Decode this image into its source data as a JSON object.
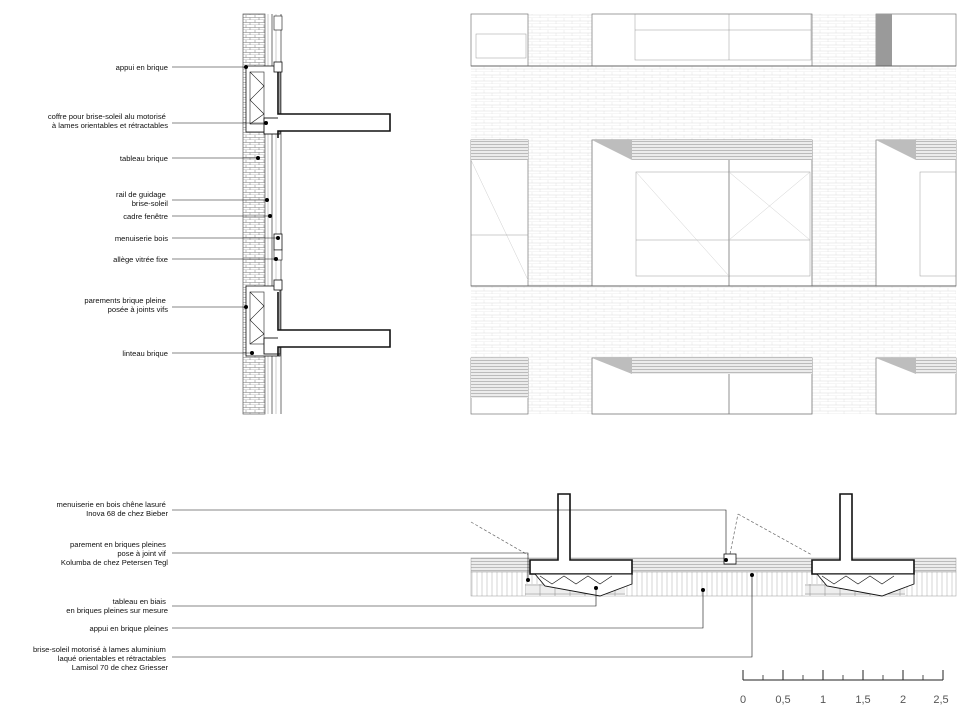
{
  "section_labels": [
    [
      "appui en brique"
    ],
    [
      "coffre pour brise-soleil alu motorisé",
      "à lames orientables et rétractables"
    ],
    [
      "tableau brique"
    ],
    [
      "rail de guidage",
      "brise-soleil"
    ],
    [
      "cadre fenêtre"
    ],
    [
      "menuiserie bois"
    ],
    [
      "allège vitrée fixe"
    ],
    [
      "parements brique pleine",
      "posée à joints vifs"
    ],
    [
      "linteau brique"
    ]
  ],
  "plan_labels": [
    [
      "menuiserie en bois chêne lasuré",
      "Inova 68 de chez Bieber"
    ],
    [
      "parement en briques pleines",
      "pose à joint vif",
      "Kolumba de chez Petersen Tegl"
    ],
    [
      "tableau en biais",
      "en briques pleines sur mesure"
    ],
    [
      "appui en brique pleines"
    ],
    [
      "brise-soleil motorisé à lames aluminium",
      "laqué orientables et rétractables",
      "Lamisol 70 de chez Griesser"
    ]
  ],
  "scale_bar": {
    "ticks": [
      "0",
      "0,5",
      "1",
      "1,5",
      "2",
      "2,5"
    ]
  }
}
